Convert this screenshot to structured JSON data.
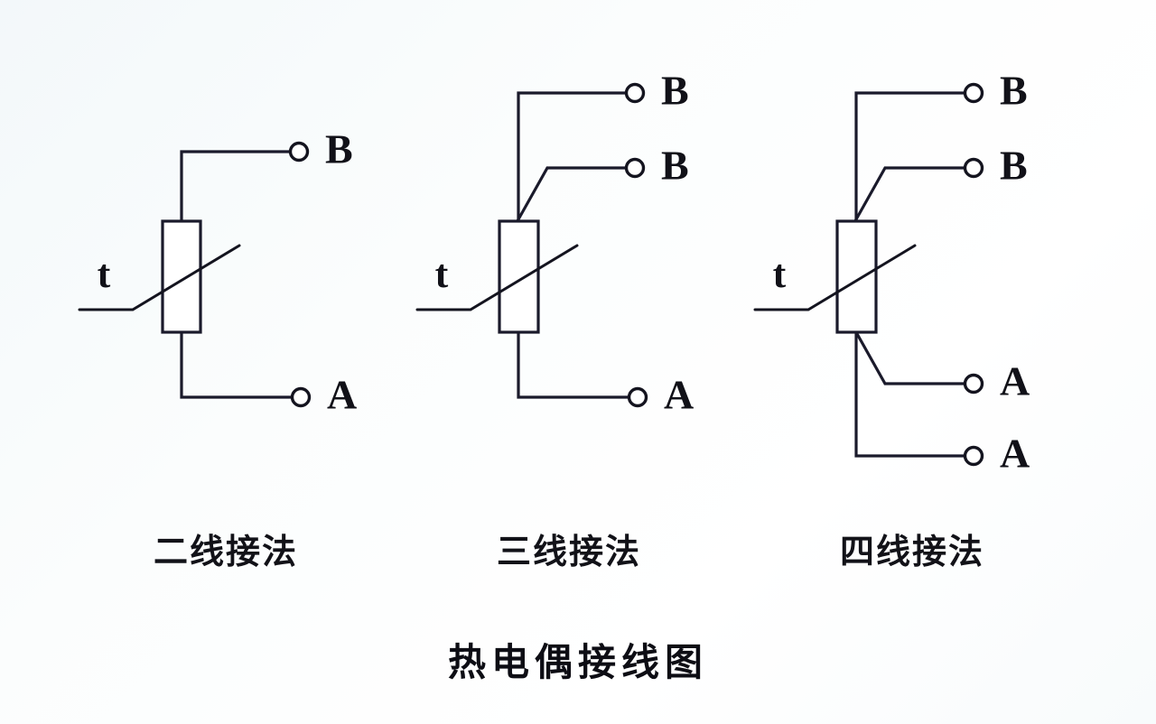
{
  "title": "热电偶接线图",
  "background_color": "#f7fafb",
  "line_color": "#1a1a2b",
  "diagrams": [
    {
      "id": "two-wire",
      "caption": "二线接法",
      "sensor_label": "t",
      "terminals": [
        {
          "label": "B",
          "position": "top"
        },
        {
          "label": "A",
          "position": "bottom"
        }
      ],
      "wire_count": 2
    },
    {
      "id": "three-wire",
      "caption": "三线接法",
      "sensor_label": "t",
      "terminals": [
        {
          "label": "B",
          "position": "top"
        },
        {
          "label": "B",
          "position": "upper-middle"
        },
        {
          "label": "A",
          "position": "bottom"
        }
      ],
      "wire_count": 3
    },
    {
      "id": "four-wire",
      "caption": "四线接法",
      "sensor_label": "t",
      "terminals": [
        {
          "label": "B",
          "position": "top"
        },
        {
          "label": "B",
          "position": "upper-middle"
        },
        {
          "label": "A",
          "position": "lower-middle"
        },
        {
          "label": "A",
          "position": "bottom"
        }
      ],
      "wire_count": 4
    }
  ],
  "labels": {
    "d1_term_b": "B",
    "d1_term_a": "A",
    "d1_t": "t",
    "d2_term_b1": "B",
    "d2_term_b2": "B",
    "d2_term_a": "A",
    "d2_t": "t",
    "d3_term_b1": "B",
    "d3_term_b2": "B",
    "d3_term_a1": "A",
    "d3_term_a2": "A",
    "d3_t": "t"
  }
}
